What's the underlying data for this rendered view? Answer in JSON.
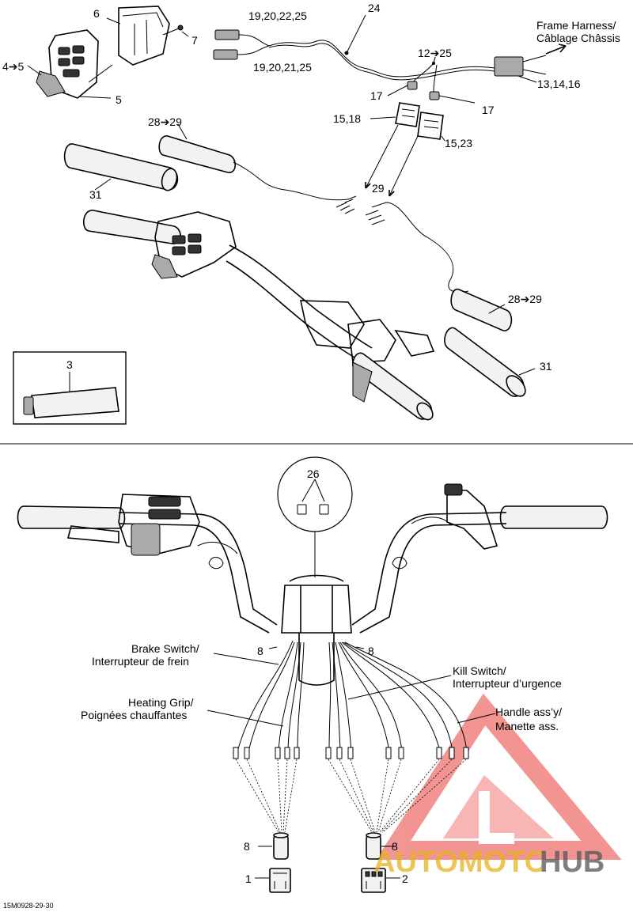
{
  "labels": {
    "callout_6": "6",
    "callout_7": "7",
    "callout_4_5": "4➔5",
    "callout_5": "5",
    "callout_19_20_22_25": "19,20,22,25",
    "callout_19_20_21_25": "19,20,21,25",
    "callout_24": "24",
    "frame_harness_en": "Frame Harness/",
    "frame_harness_fr": "Câblage Châssis",
    "callout_12_25": "12➔25",
    "callout_13_14_16": "13,14,16",
    "callout_17_left": "17",
    "callout_17_right": "17",
    "callout_15_18": "15,18",
    "callout_15_23": "15,23",
    "callout_28_29_top": "28➔29",
    "callout_29": "29",
    "callout_31_top": "31",
    "callout_28_29_right": "28➔29",
    "callout_31_right": "31",
    "callout_3": "3",
    "callout_26": "26",
    "brake_switch_en": "Brake Switch/",
    "brake_switch_fr": "Interrupteur de frein",
    "callout_8_left": "8",
    "callout_8_right": "8",
    "kill_switch_en": "Kill Switch/",
    "kill_switch_fr": "Interrupteur d’urgence",
    "heating_grip_en": "Heating Grip/",
    "heating_grip_fr": "Poignées chauffantes",
    "handle_assy_en": "Handle ass’y/",
    "handle_assy_fr": "Manette ass.",
    "callout_8_bottom_left": "8",
    "callout_8_bottom_right": "8",
    "callout_1": "1",
    "callout_2": "2",
    "figure_code": "15M0928-29-30"
  },
  "watermark": {
    "brand_a": "AUTOMOTO",
    "brand_b": "HUB",
    "color_red": "#e8403a",
    "color_gold": "#e6b21e",
    "color_dark": "#555555"
  }
}
